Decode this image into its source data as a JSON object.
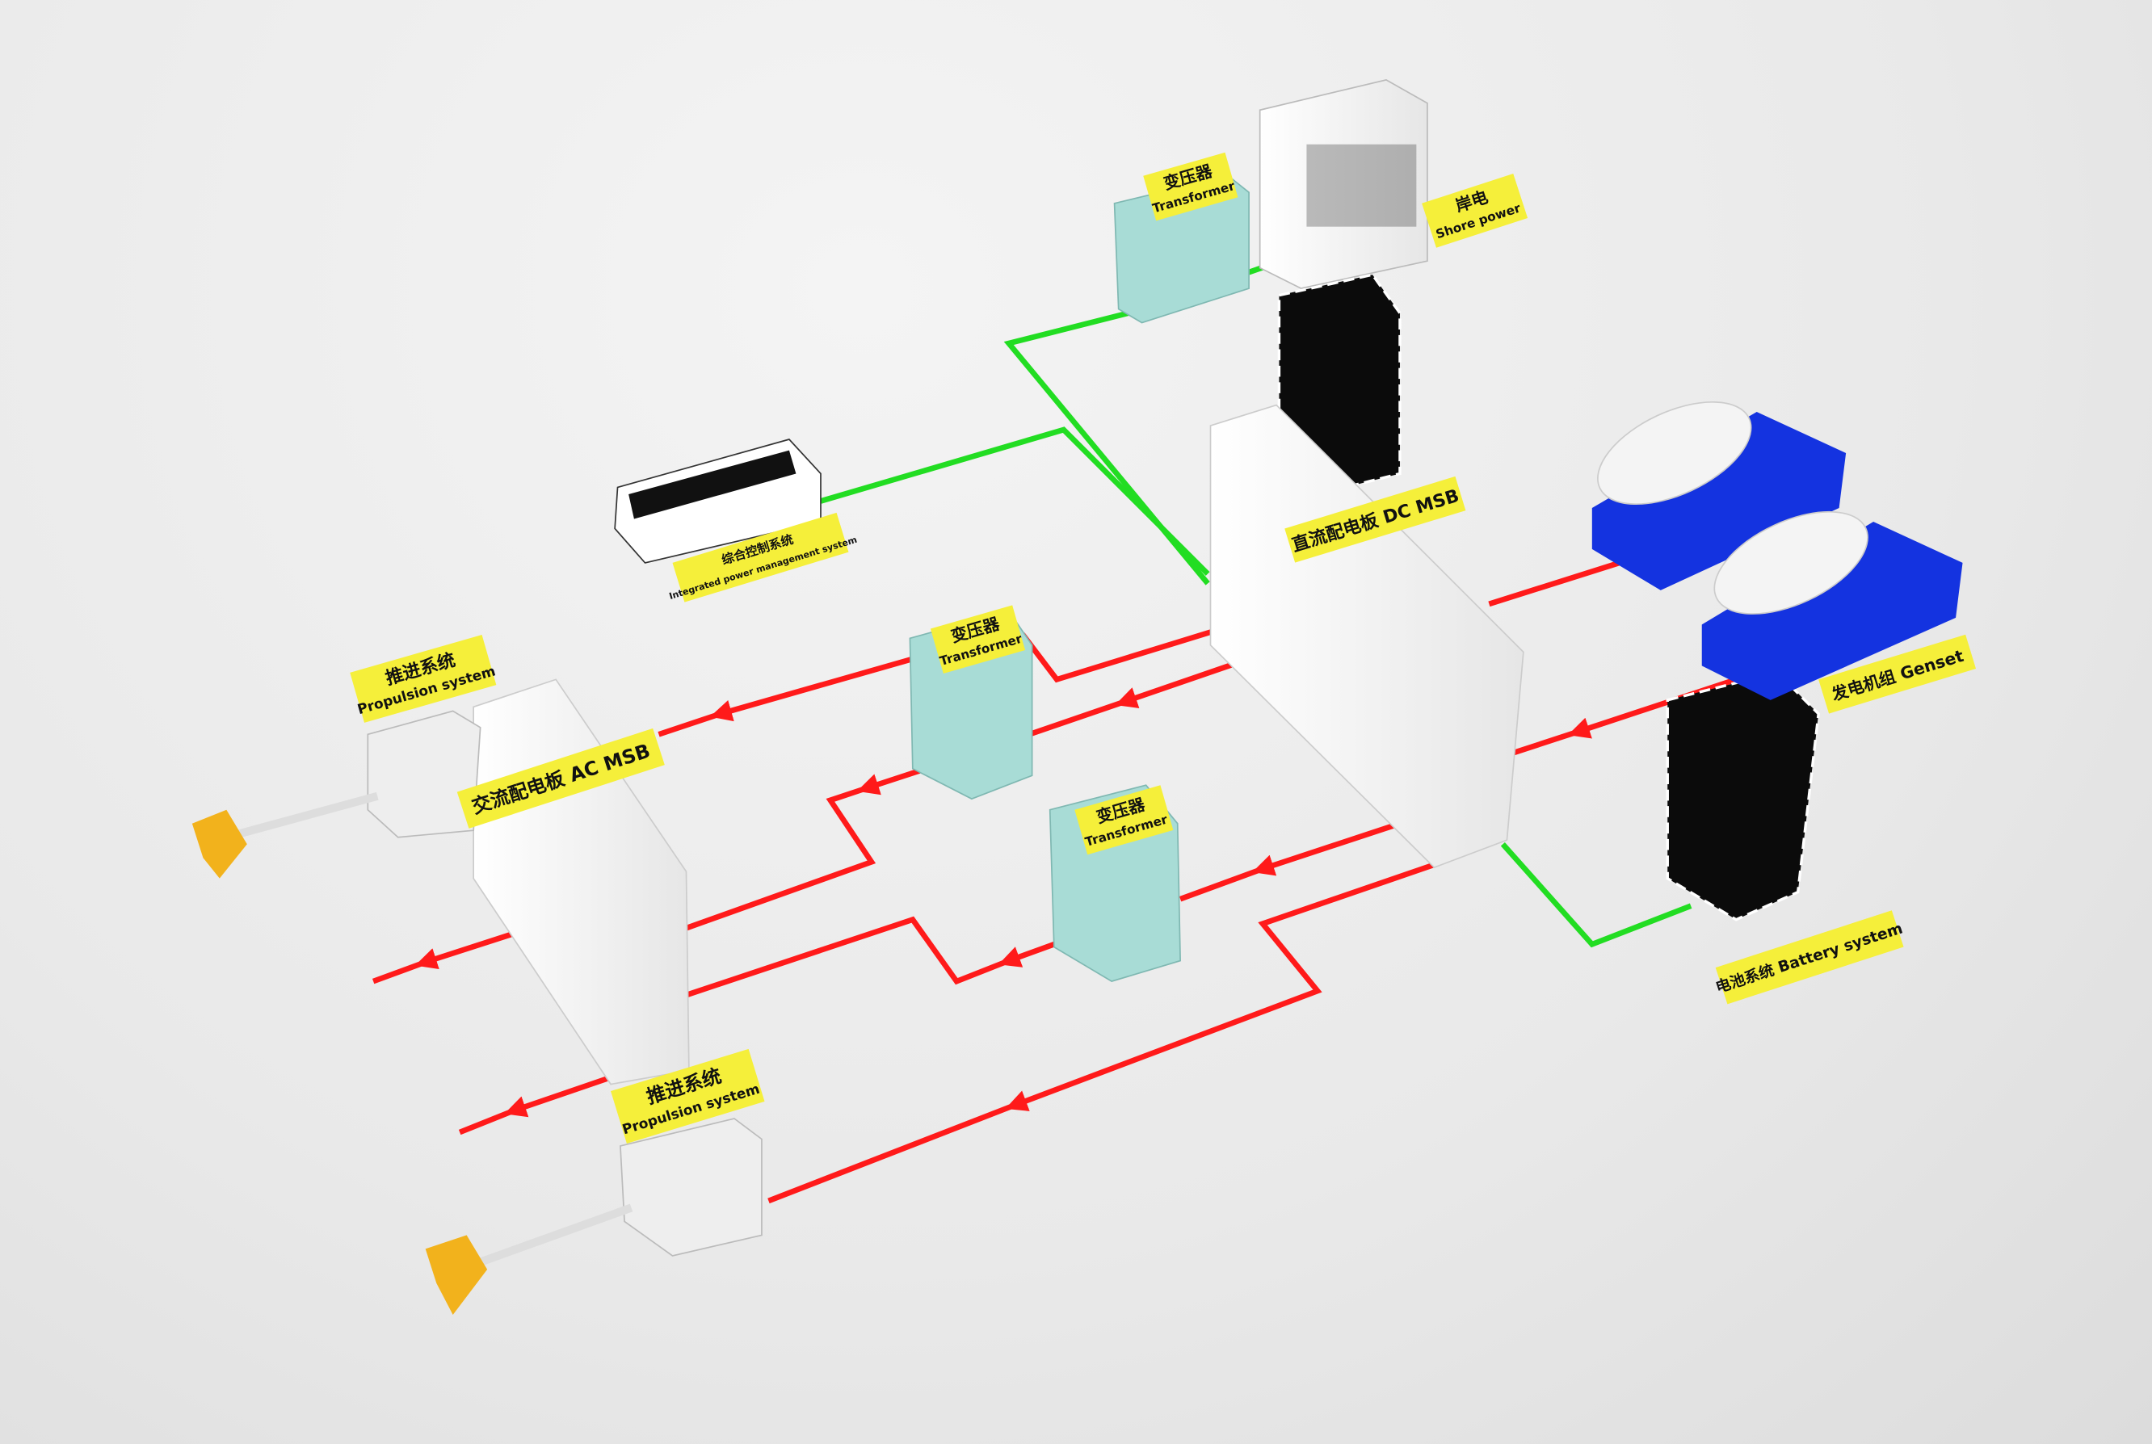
{
  "colors": {
    "ac_line": "#ff1a1a",
    "dc_line": "#22dd22",
    "label_bg": "#f5ef3a",
    "genset": "#1433e0",
    "transformer": "#a8dcd6",
    "propeller": "#f2b21c"
  },
  "labels": {
    "transformer_top": {
      "zh": "变压器",
      "en": "Transformer"
    },
    "shore_power": {
      "zh": "岸电",
      "en": "Shore power"
    },
    "dc_msb": {
      "zh": "直流配电板",
      "en": "DC MSB"
    },
    "ipms": {
      "zh": "综合控制系统",
      "en": "Integrated power management system"
    },
    "transformer_mid": {
      "zh": "变压器",
      "en": "Transformer"
    },
    "transformer_low": {
      "zh": "变压器",
      "en": "Transformer"
    },
    "genset": {
      "zh": "发电机组",
      "en": "Genset"
    },
    "propulsion_top": {
      "zh": "推进系统",
      "en": "Propulsion system"
    },
    "ac_msb": {
      "zh": "交流配电板",
      "en": "AC MSB"
    },
    "propulsion_bottom": {
      "zh": "推进系统",
      "en": "Propulsion system"
    },
    "battery": {
      "zh": "电池系统",
      "en": "Battery system"
    }
  }
}
